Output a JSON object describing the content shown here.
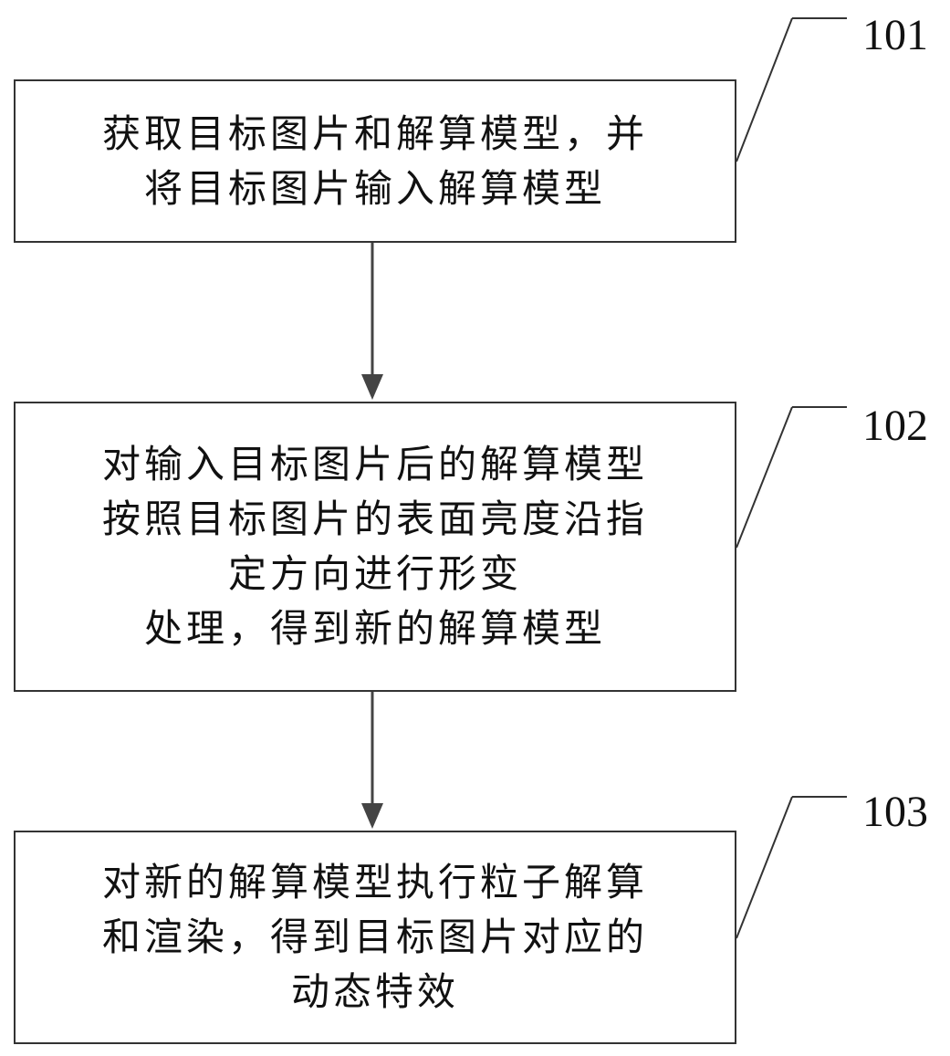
{
  "steps": [
    {
      "number": "101",
      "lines": [
        "获取目标图片和解算模型，并",
        "将目标图片输入解算模型"
      ]
    },
    {
      "number": "102",
      "lines": [
        "对输入目标图片后的解算模型",
        "按照目标图片的表面亮度沿指",
        "定方向进行形变",
        "处理，得到新的解算模型"
      ]
    },
    {
      "number": "103",
      "lines": [
        "对新的解算模型执行粒子解算",
        "和渲染，得到目标图片对应的",
        "动态特效"
      ]
    }
  ]
}
